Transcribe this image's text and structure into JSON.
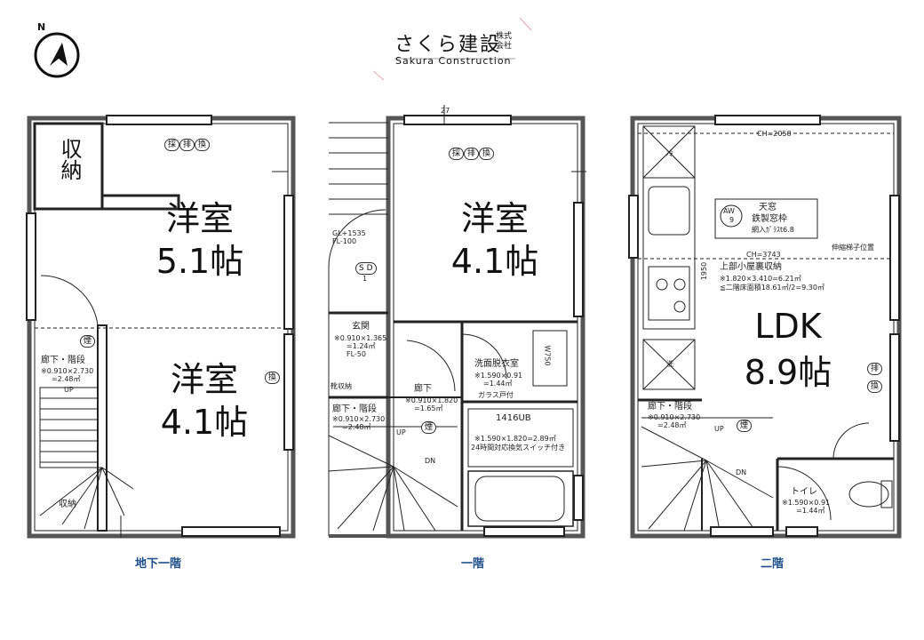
{
  "company": {
    "name_jp": "さくら建設",
    "corp_suffix_line1": "株式",
    "corp_suffix_line2": "会社",
    "name_en": "Sakura Construction"
  },
  "compass": {
    "label": "N"
  },
  "floors": [
    {
      "label": "地下一階",
      "rooms": [
        {
          "name": "収納"
        },
        {
          "name": "洋室",
          "size": "5.1帖"
        },
        {
          "name": "洋室",
          "size": "4.1帖"
        }
      ],
      "notes": {
        "hall": "廊下・階段",
        "hall_calc": "※0.910×2.730",
        "hall_area": "=2.48㎡",
        "storage_small": "収納",
        "up": "UP",
        "vent_badges": [
          "採",
          "排",
          "換"
        ],
        "smoke": "煙",
        "exchange": "換"
      }
    },
    {
      "label": "一階",
      "rooms": [
        {
          "name": "洋室",
          "size": "4.1帖"
        }
      ],
      "notes": {
        "gl": "GL+1535",
        "fl": "FL-100",
        "sd": "S D",
        "sd_num": "1",
        "entrance": "玄関",
        "entrance_calc": "※0.910×1.365",
        "entrance_area": "=1.24㎡",
        "entrance_fl": "FL-50",
        "shoe": "靴収納",
        "hall_stairs": "廊下・階段",
        "hall_stairs_calc": "※0.910×2.730",
        "hall_stairs_area": "=2.48㎡",
        "corridor": "廊下",
        "corridor_calc": "※0.910×1.820",
        "corridor_area": "=1.65㎡",
        "washroom": "洗面脱衣室",
        "washroom_calc": "※1.590×0.91",
        "washroom_area": "=1.44㎡",
        "w750": "W750",
        "glass_door": "ガラス戸付",
        "ub": "1416UB",
        "ub_calc": "※1.590×1.820=2.89㎡",
        "ub_note": "24時間対応換気スイッチ付き",
        "up": "UP",
        "dn": "DN",
        "dim27": "27",
        "vent_badges": [
          "採",
          "排",
          "換"
        ],
        "smoke": "煙"
      }
    },
    {
      "label": "二階",
      "rooms": [
        {
          "name": "LDK",
          "size": "8.9帖"
        }
      ],
      "notes": {
        "ch_top": "CH=2058",
        "ch_mid": "CH=3743",
        "aw": "AW",
        "aw_num": "9",
        "skylight": "天窓",
        "skylight_frame": "鉄製窓枠",
        "skylight_glass": "網入ｶﾞﾗｽt6.8",
        "ladder": "伸縮梯子位置",
        "loft": "上部小屋裏収納",
        "loft_calc": "※1.820×3.410=6.21㎡",
        "loft_limit": "≦二階床面積18.61㎡/2=9.30㎡",
        "dim1950": "1950",
        "fridge": "冷",
        "wash": "洗",
        "hall_stairs": "廊下・階段",
        "hall_stairs_calc": "※0.910×2.730",
        "hall_stairs_area": "=2.48㎡",
        "toilet": "トイレ",
        "toilet_calc": "※1.590×0.91",
        "toilet_area": "=1.44㎡",
        "up": "UP",
        "dn": "DN",
        "vent_badges": [
          "排",
          "換"
        ],
        "smoke": "煙"
      }
    }
  ]
}
